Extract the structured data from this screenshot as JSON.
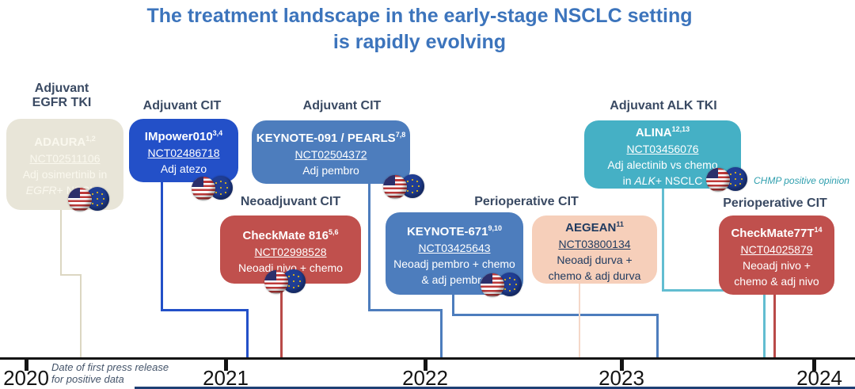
{
  "title": {
    "line1": "The treatment landscape in the early-stage NSCLC setting",
    "line2": "is rapidly evolving"
  },
  "headers": [
    {
      "label": "Adjuvant EGFR TKI"
    },
    {
      "label": "Adjuvant CIT"
    },
    {
      "label": "Adjuvant CIT"
    },
    {
      "label": "Neoadjuvant CIT"
    },
    {
      "label": "Perioperative CIT"
    },
    {
      "label": "Adjuvant ALK TKI"
    },
    {
      "label": "Perioperative CIT"
    }
  ],
  "trials": [
    {
      "name": "ADAURA",
      "refs": "1,2",
      "nct": "NCT02511106",
      "desc1": "Adj osimertinib in",
      "desc2_italic": "EGFR",
      "desc2_rest": "+ NSCLC",
      "flags": [
        "US",
        "EU"
      ]
    },
    {
      "name": "IMpower010",
      "refs": "3,4",
      "nct": "NCT02486718",
      "desc1": "Adj atezo",
      "flags": [
        "US",
        "EU"
      ]
    },
    {
      "name": "KEYNOTE-091 / PEARLS",
      "refs": "7,8",
      "nct": "NCT02504372",
      "desc1": "Adj pembro",
      "flags": [
        "US",
        "EU"
      ]
    },
    {
      "name": "CheckMate 816",
      "refs": "5,6",
      "nct": "NCT02998528",
      "desc1": "Neoadj nivo + chemo",
      "flags": [
        "US",
        "EU"
      ]
    },
    {
      "name": "KEYNOTE-671",
      "refs": "9,10",
      "nct": "NCT03425643",
      "desc1": "Neoadj pembro + chemo",
      "desc2": "& adj pembro",
      "flags": [
        "US",
        "EU"
      ]
    },
    {
      "name": "AEGEAN",
      "refs": "11",
      "nct": "NCT03800134",
      "desc1": "Neoadj durva +",
      "desc2": "chemo & adj durva",
      "flags": []
    },
    {
      "name": "ALINA",
      "refs": "12,13",
      "nct": "NCT03456076",
      "desc1": "Adj alectinib vs chemo",
      "desc2_prefix": "in ",
      "desc2_italic": "ALK",
      "desc2_rest": "+ NSCLC",
      "flags": [
        "US",
        "EU"
      ],
      "note": "CHMP positive opinion"
    },
    {
      "name": "CheckMate77T",
      "refs": "14",
      "nct": "NCT04025879",
      "desc1": "Neoadj nivo +",
      "desc2": "chemo & adj nivo",
      "flags": []
    }
  ],
  "chmp_note": "CHMP positive opinion",
  "timeline": {
    "years": [
      "2020",
      "2021",
      "2022",
      "2023",
      "2024"
    ],
    "note_line1": "Date of first press release",
    "note_line2": "for positive data"
  },
  "colors": {
    "title_blue": "#3c74bc",
    "header_navy": "#3a4a63",
    "adaura_beige": "#e8e5d8",
    "dark_blue": "#2350c8",
    "steel_blue": "#4d7dbd",
    "brick_red": "#c0504d",
    "peach": "#f6cfba",
    "teal": "#45b0c5",
    "chmp_teal": "#2f9fae"
  },
  "icons": {
    "us_flag": "us-flag-icon",
    "eu_flag": "eu-flag-icon"
  }
}
